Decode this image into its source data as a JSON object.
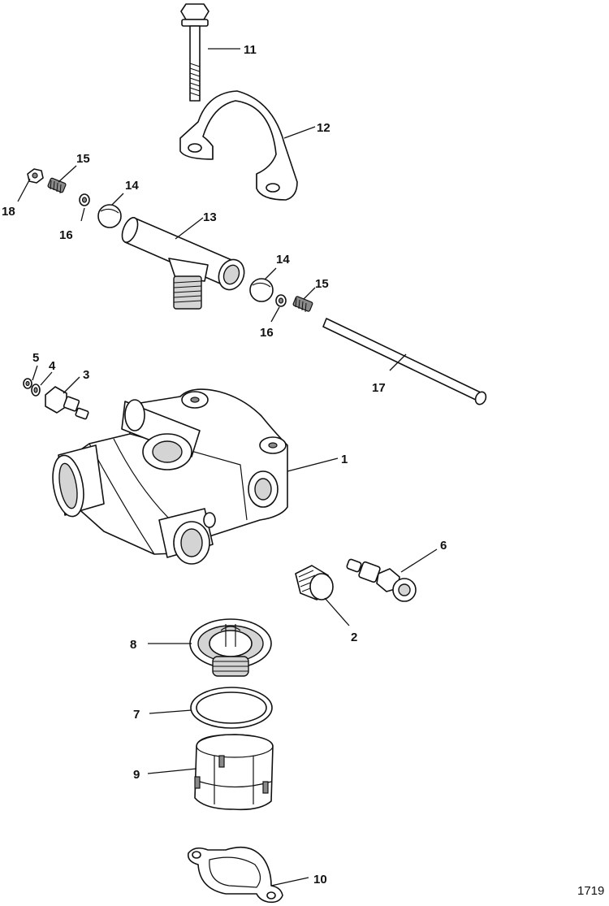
{
  "callouts": {
    "c1": "1",
    "c2": "2",
    "c3": "3",
    "c4": "4",
    "c5": "5",
    "c6": "6",
    "c7": "7",
    "c8": "8",
    "c9": "9",
    "c10": "10",
    "c11": "11",
    "c12": "12",
    "c13": "13",
    "c14a": "14",
    "c14b": "14",
    "c15a": "15",
    "c15b": "15",
    "c16a": "16",
    "c16b": "16",
    "c17": "17",
    "c18": "18"
  },
  "figure_number": "1719"
}
